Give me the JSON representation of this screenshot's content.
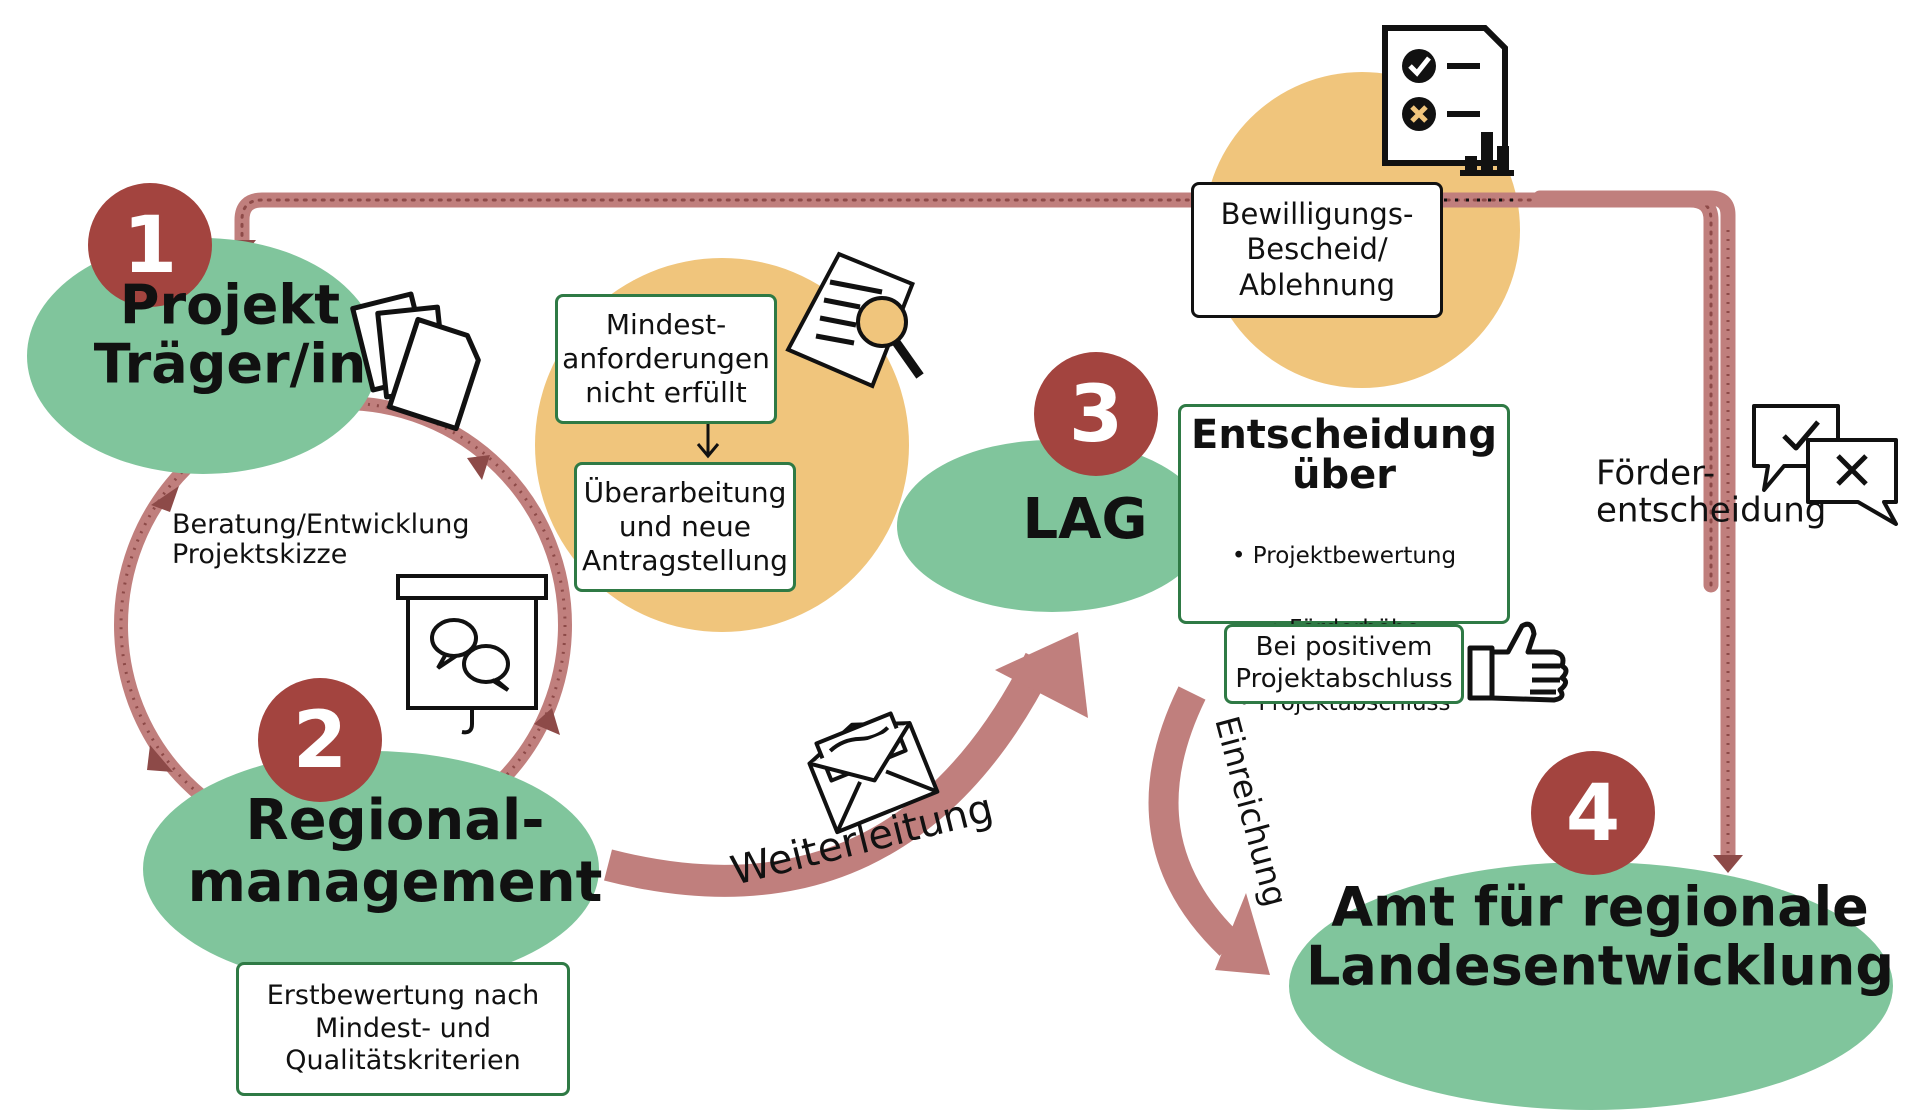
{
  "colors": {
    "ellipse_green": "#80c59c",
    "circle_orange": "#f0c57c",
    "number_badge": "#a3443f",
    "arrow_rose": "#c07f7d",
    "arrow_rose_dark": "#8d4a48",
    "box_border_green": "#2f7a45"
  },
  "nodes": [
    {
      "number": "1",
      "label": "Projekt\nTräger/in"
    },
    {
      "number": "2",
      "label": "Regional-\nmanagement"
    },
    {
      "number": "3",
      "label": "LAG"
    },
    {
      "number": "4",
      "label": "Amt für regionale\nLandesentwicklung"
    }
  ],
  "labels": {
    "beratung": "Beratung/Entwicklung\nProjektskizze",
    "weiterleitung": "Weiterleitung",
    "einreichung": "Einreichung",
    "foerderentscheidung": "Förder-\nentscheidung"
  },
  "boxes": {
    "mindest": "Mindest-\nanforderungen\nnicht erfüllt",
    "ueberarbeitung": "Überarbeitung\nund neue\nAntragstellung",
    "bewilligung": "Bewilligungs-\nBescheid/\nAblehnung",
    "erstbewertung": "Erstbewertung nach\nMindest- und\nQualitätskriterien",
    "positiv": "Bei positivem\nProjektabschluss"
  },
  "entscheidung": {
    "title": "Entscheidung\nüber",
    "items": [
      "Projektbewertung",
      "Förderhöhe",
      "Projektabschluss"
    ]
  },
  "icons": [
    "documents-icon",
    "presentation-board-icon",
    "document-magnifier-icon",
    "envelope-icon",
    "checklist-report-icon",
    "thumbs-up-icon",
    "check-cross-speech-bubbles-icon",
    "arrow-down-icon"
  ]
}
